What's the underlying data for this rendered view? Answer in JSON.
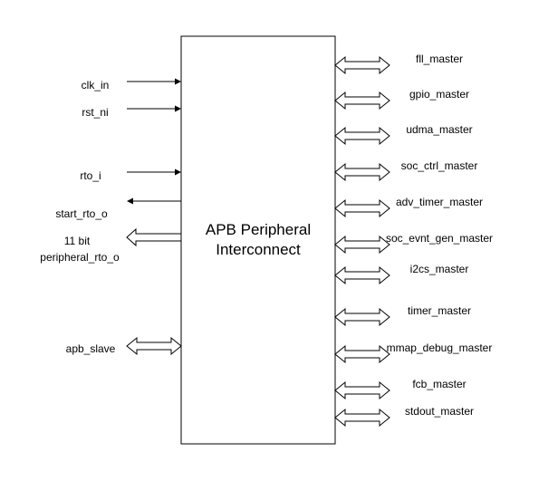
{
  "block": {
    "title_line1": "APB Peripheral",
    "title_line2": "Interconnect"
  },
  "inputs": [
    {
      "label": "clk_in",
      "direction": "in"
    },
    {
      "label": "rst_ni",
      "direction": "in"
    },
    {
      "label": "rto_i",
      "direction": "in"
    }
  ],
  "outputs": [
    {
      "label": "start_rto_o",
      "direction": "out"
    }
  ],
  "bus_output": {
    "label_line1": "11 bit",
    "label_line2": "peripheral_rto_o",
    "direction": "out"
  },
  "slave_port": {
    "label": "apb_slave",
    "direction": "bidirectional"
  },
  "master_ports": [
    {
      "label": "fll_master"
    },
    {
      "label": "gpio_master"
    },
    {
      "label": "udma_master"
    },
    {
      "label": "soc_ctrl_master"
    },
    {
      "label": "adv_timer_master"
    },
    {
      "label": "soc_evnt_gen_master"
    },
    {
      "label": "i2cs_master"
    },
    {
      "label": "timer_master"
    },
    {
      "label": "mmap_debug_master"
    },
    {
      "label": "fcb_master"
    },
    {
      "label": "stdout_master"
    }
  ],
  "colors": {
    "line": "#000000",
    "background": "#ffffff"
  }
}
